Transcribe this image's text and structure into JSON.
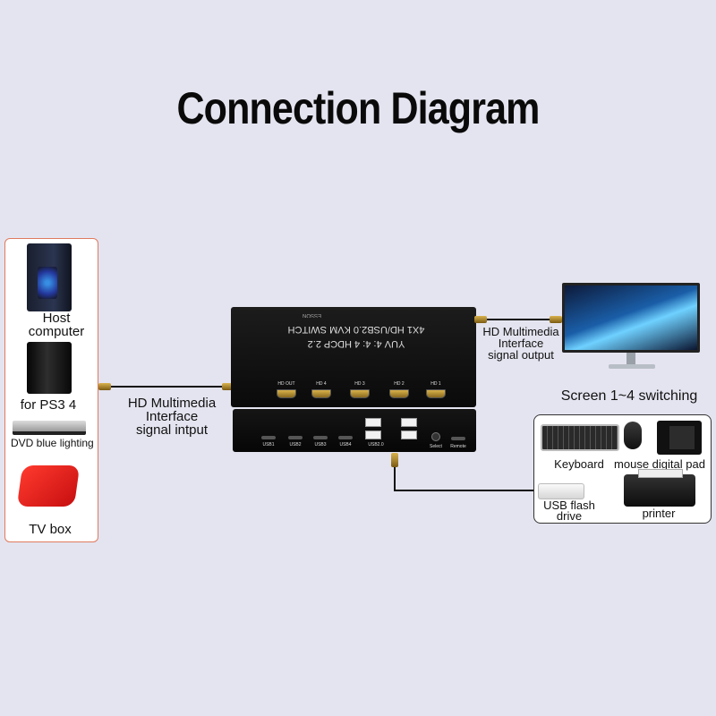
{
  "title": "Connection Diagram",
  "inputs": {
    "host": "Host\ncomputer",
    "ps": "for PS3 4",
    "dvd": "DVD blue lighting",
    "tvbox": "TV box"
  },
  "input_signal": "HD Multimedia\nInterface\nsignal intput",
  "output_signal": "HD Multimedia\nInterface\nsignal output",
  "screen": "Screen 1~4 switching",
  "kvm": {
    "brand": "ESSON",
    "line1": "4X1 HD/USB2.0 KVM SWITCH",
    "line2": "YUV 4: 4: 4  HDCP 2.2",
    "hdmi_ports": [
      "HD OUT",
      "HD 4",
      "HD 3",
      "HD 2",
      "HD 1"
    ],
    "usb_ports": [
      "USB1",
      "USB2",
      "USB3",
      "USB4",
      "USB2.0"
    ],
    "select": "Select",
    "remote": "Remote"
  },
  "peripherals": {
    "keyboard": "Keyboard",
    "mouse_pad": "mouse digital pad",
    "flash": "USB flash\ndrive",
    "printer": "printer"
  },
  "colors": {
    "background": "#e4e4f0",
    "left_panel_border": "#e07a5f",
    "cable": "#111111"
  }
}
